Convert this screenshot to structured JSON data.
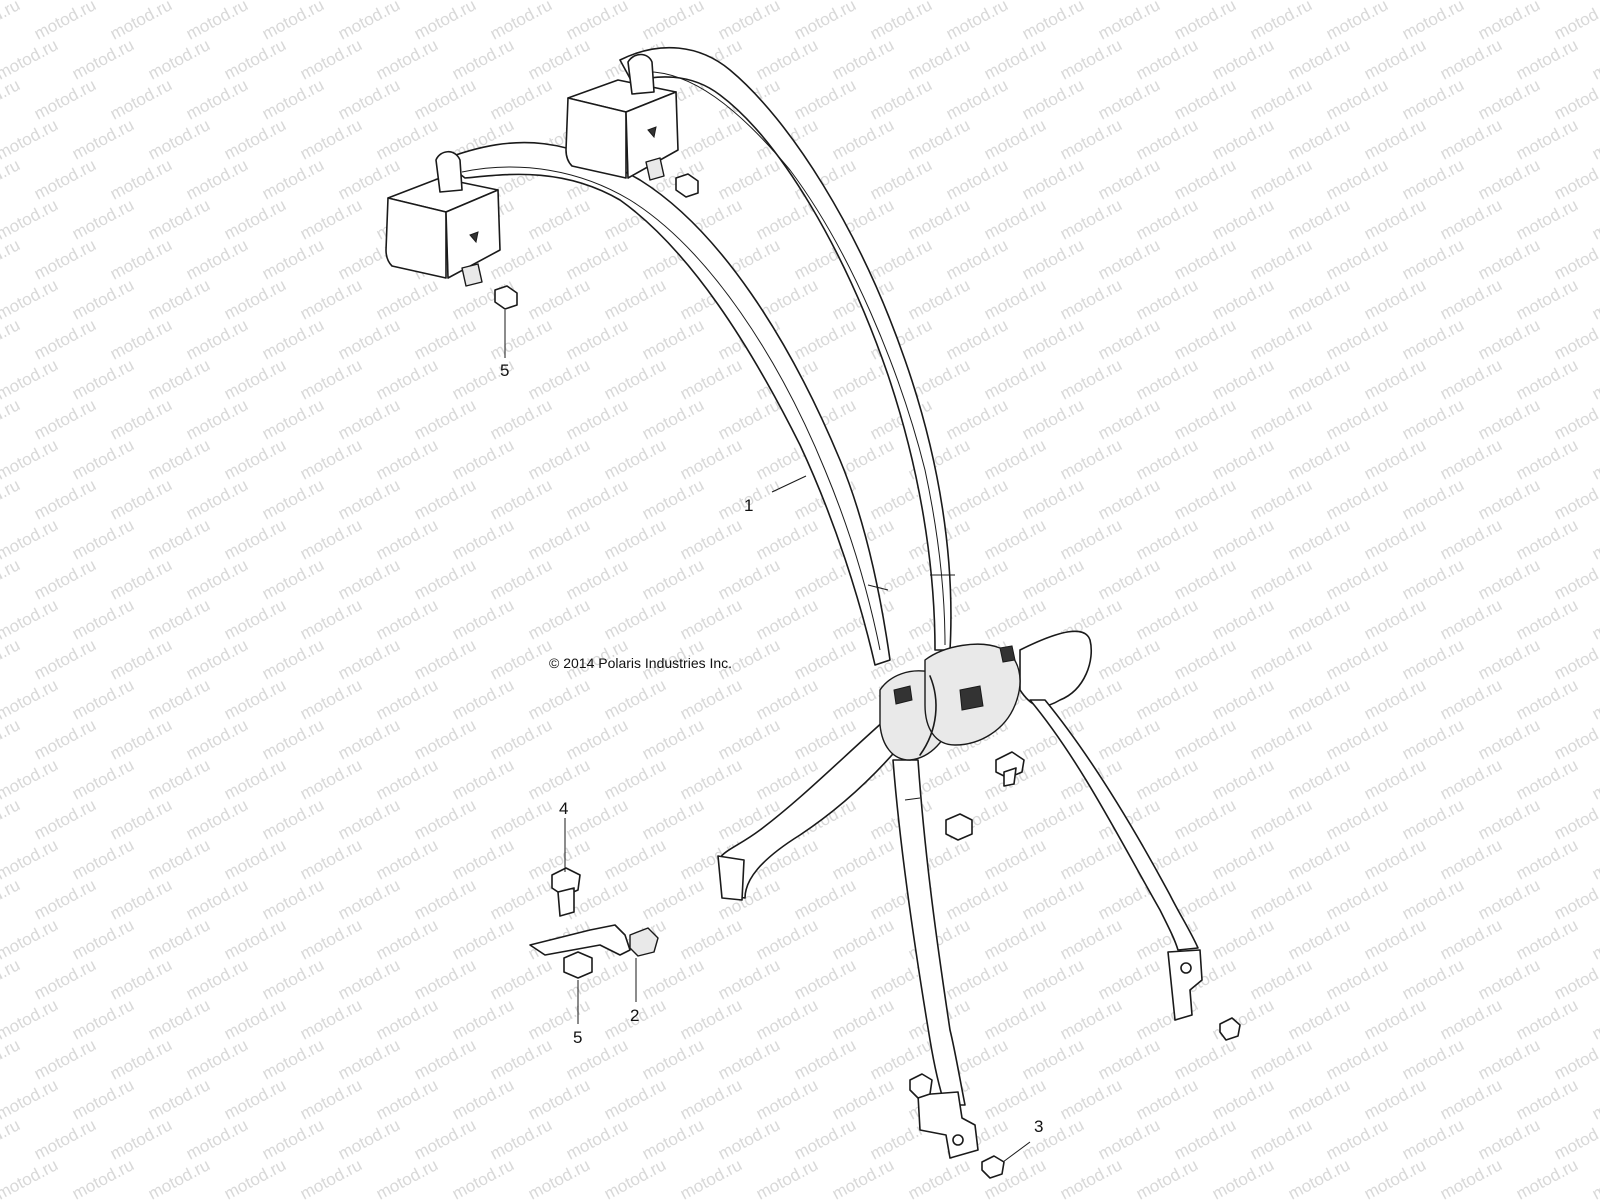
{
  "copyright": "© 2014 Polaris Industries Inc.",
  "watermark": "motod.ru",
  "callouts": [
    {
      "id": "belt",
      "label": "1"
    },
    {
      "id": "bracket",
      "label": "2"
    },
    {
      "id": "screw-bottom",
      "label": "3"
    },
    {
      "id": "bolt",
      "label": "4"
    },
    {
      "id": "nut-top",
      "label": "5"
    },
    {
      "id": "nut-bottom",
      "label": "5"
    }
  ],
  "colors": {
    "line": "#1a1a1a",
    "watermark": "#d8d8d8",
    "background": "#ffffff"
  }
}
